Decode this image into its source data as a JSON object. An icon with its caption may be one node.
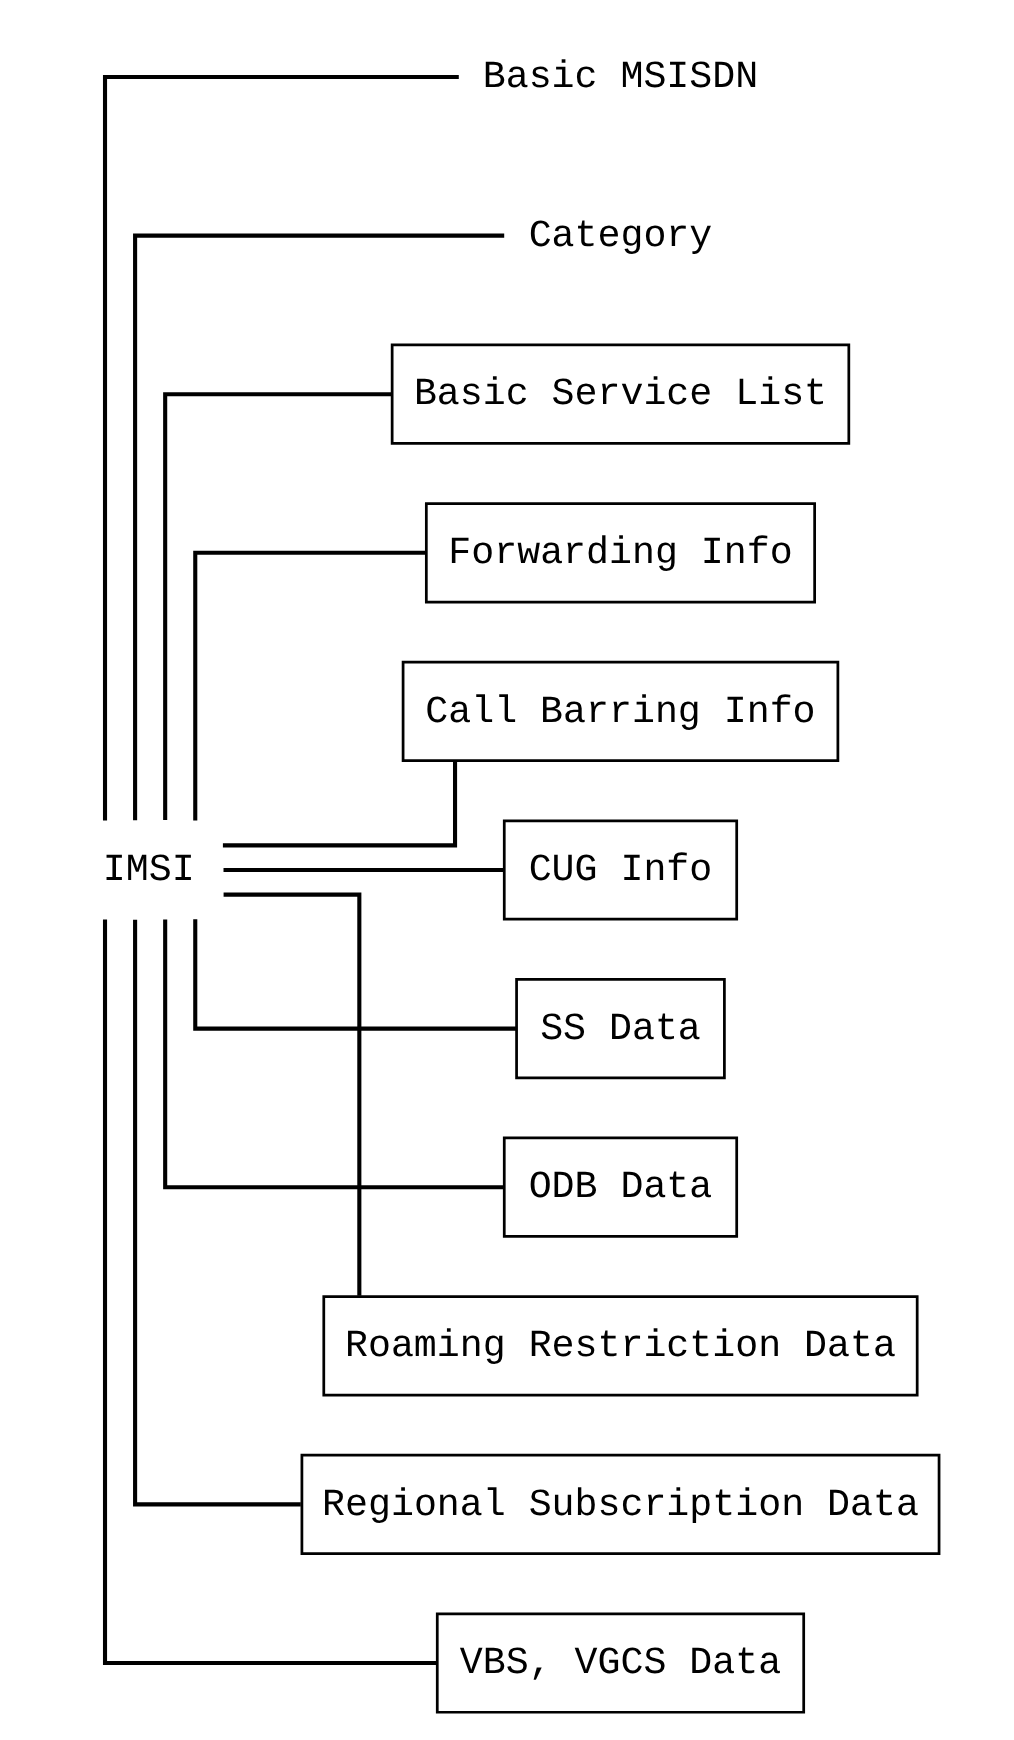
{
  "diagram": {
    "nodes": [
      {
        "text": [
          "IMSI"
        ]
      },
      {
        "text": [
          "Basic MSISDN"
        ]
      },
      {
        "text": [
          "Category"
        ]
      },
      {
        "text": [
          "Basic Service List"
        ]
      },
      {
        "text": [
          "Forwarding Info"
        ]
      },
      {
        "text": [
          "Call Barring Info"
        ]
      },
      {
        "text": [
          "CUG Info"
        ]
      },
      {
        "text": [
          "SS Data"
        ]
      },
      {
        "text": [
          "ODB Data"
        ]
      },
      {
        "text": [
          "Roaming Restriction Data"
        ]
      },
      {
        "text": [
          "Regional Subscription Data"
        ]
      },
      {
        "text": [
          "VBS, VGCS Data"
        ]
      }
    ],
    "edges": [
      {
        "from": 0,
        "to": 1,
        "arrow": "none"
      },
      {
        "from": 0,
        "to": 2,
        "arrow": "none"
      },
      {
        "from": 0,
        "to": 3,
        "arrow": "none"
      },
      {
        "from": 0,
        "to": 4,
        "arrow": "none"
      },
      {
        "from": 0,
        "to": 5,
        "arrow": "none"
      },
      {
        "from": 0,
        "to": 6,
        "arrow": "none"
      },
      {
        "from": 0,
        "to": 7,
        "arrow": "none"
      },
      {
        "from": 0,
        "to": 8,
        "arrow": "none"
      },
      {
        "from": 0,
        "to": 9,
        "arrow": "none"
      },
      {
        "from": 0,
        "to": 10,
        "arrow": "none"
      },
      {
        "from": 0,
        "to": 11,
        "arrow": "none"
      }
    ]
  }
}
